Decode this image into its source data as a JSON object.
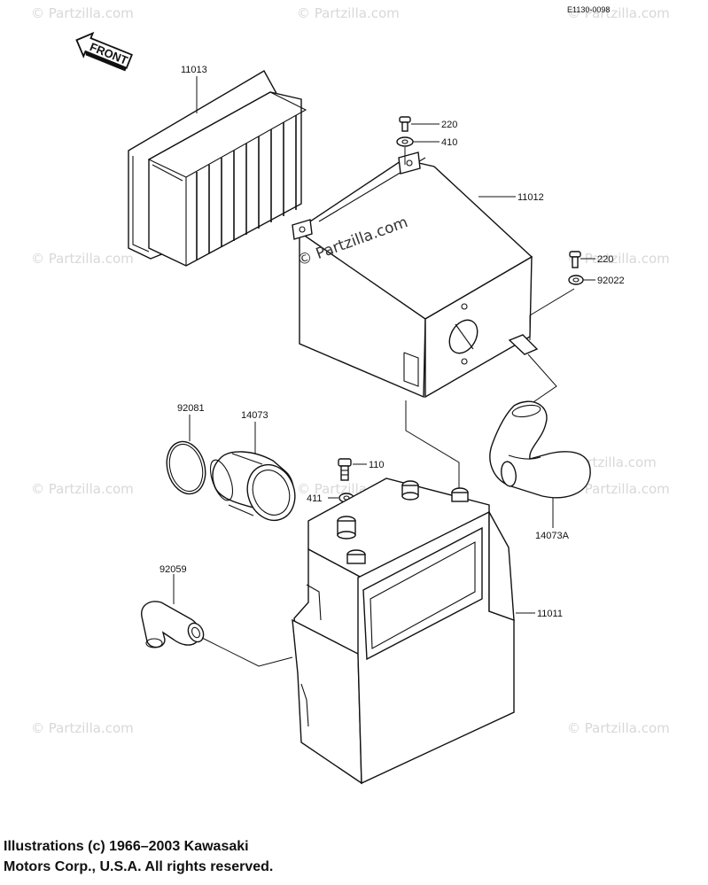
{
  "diagram": {
    "reference_code": "E1130-0098",
    "front_arrow_label": "FRONT",
    "watermark_text": "© Partzilla.com",
    "parts": {
      "p11013": "11013",
      "p220a": "220",
      "p410": "410",
      "p11012": "11012",
      "p220b": "220",
      "p92022": "92022",
      "p92081": "92081",
      "p14073": "14073",
      "p110": "110",
      "p411": "411",
      "p14073a": "14073A",
      "p92059": "92059",
      "p11011": "11011"
    }
  },
  "copyright": {
    "line1": "Illustrations (c) 1966–2003 Kawasaki",
    "line2": "Motors Corp., U.S.A.  All rights reserved."
  }
}
